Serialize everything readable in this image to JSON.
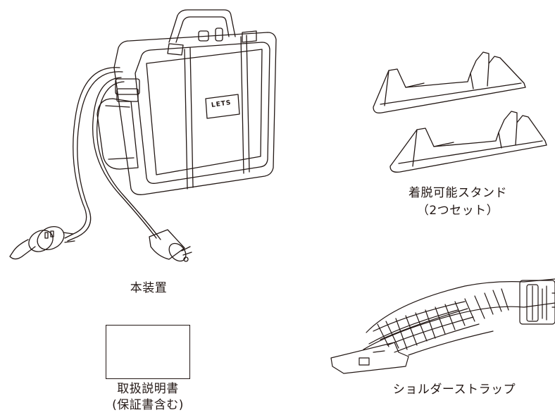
{
  "items": {
    "device": {
      "label": "本装置",
      "logo_text": "LETS"
    },
    "stands": {
      "label_line1": "着脱可能スタンド",
      "label_line2": "（2つセット）"
    },
    "manual": {
      "label_line1": "取扱説明書",
      "label_line2": "(保証書含む)"
    },
    "strap": {
      "label": "ショルダーストラップ"
    }
  },
  "colors": {
    "line": "#231815",
    "background": "#ffffff"
  }
}
